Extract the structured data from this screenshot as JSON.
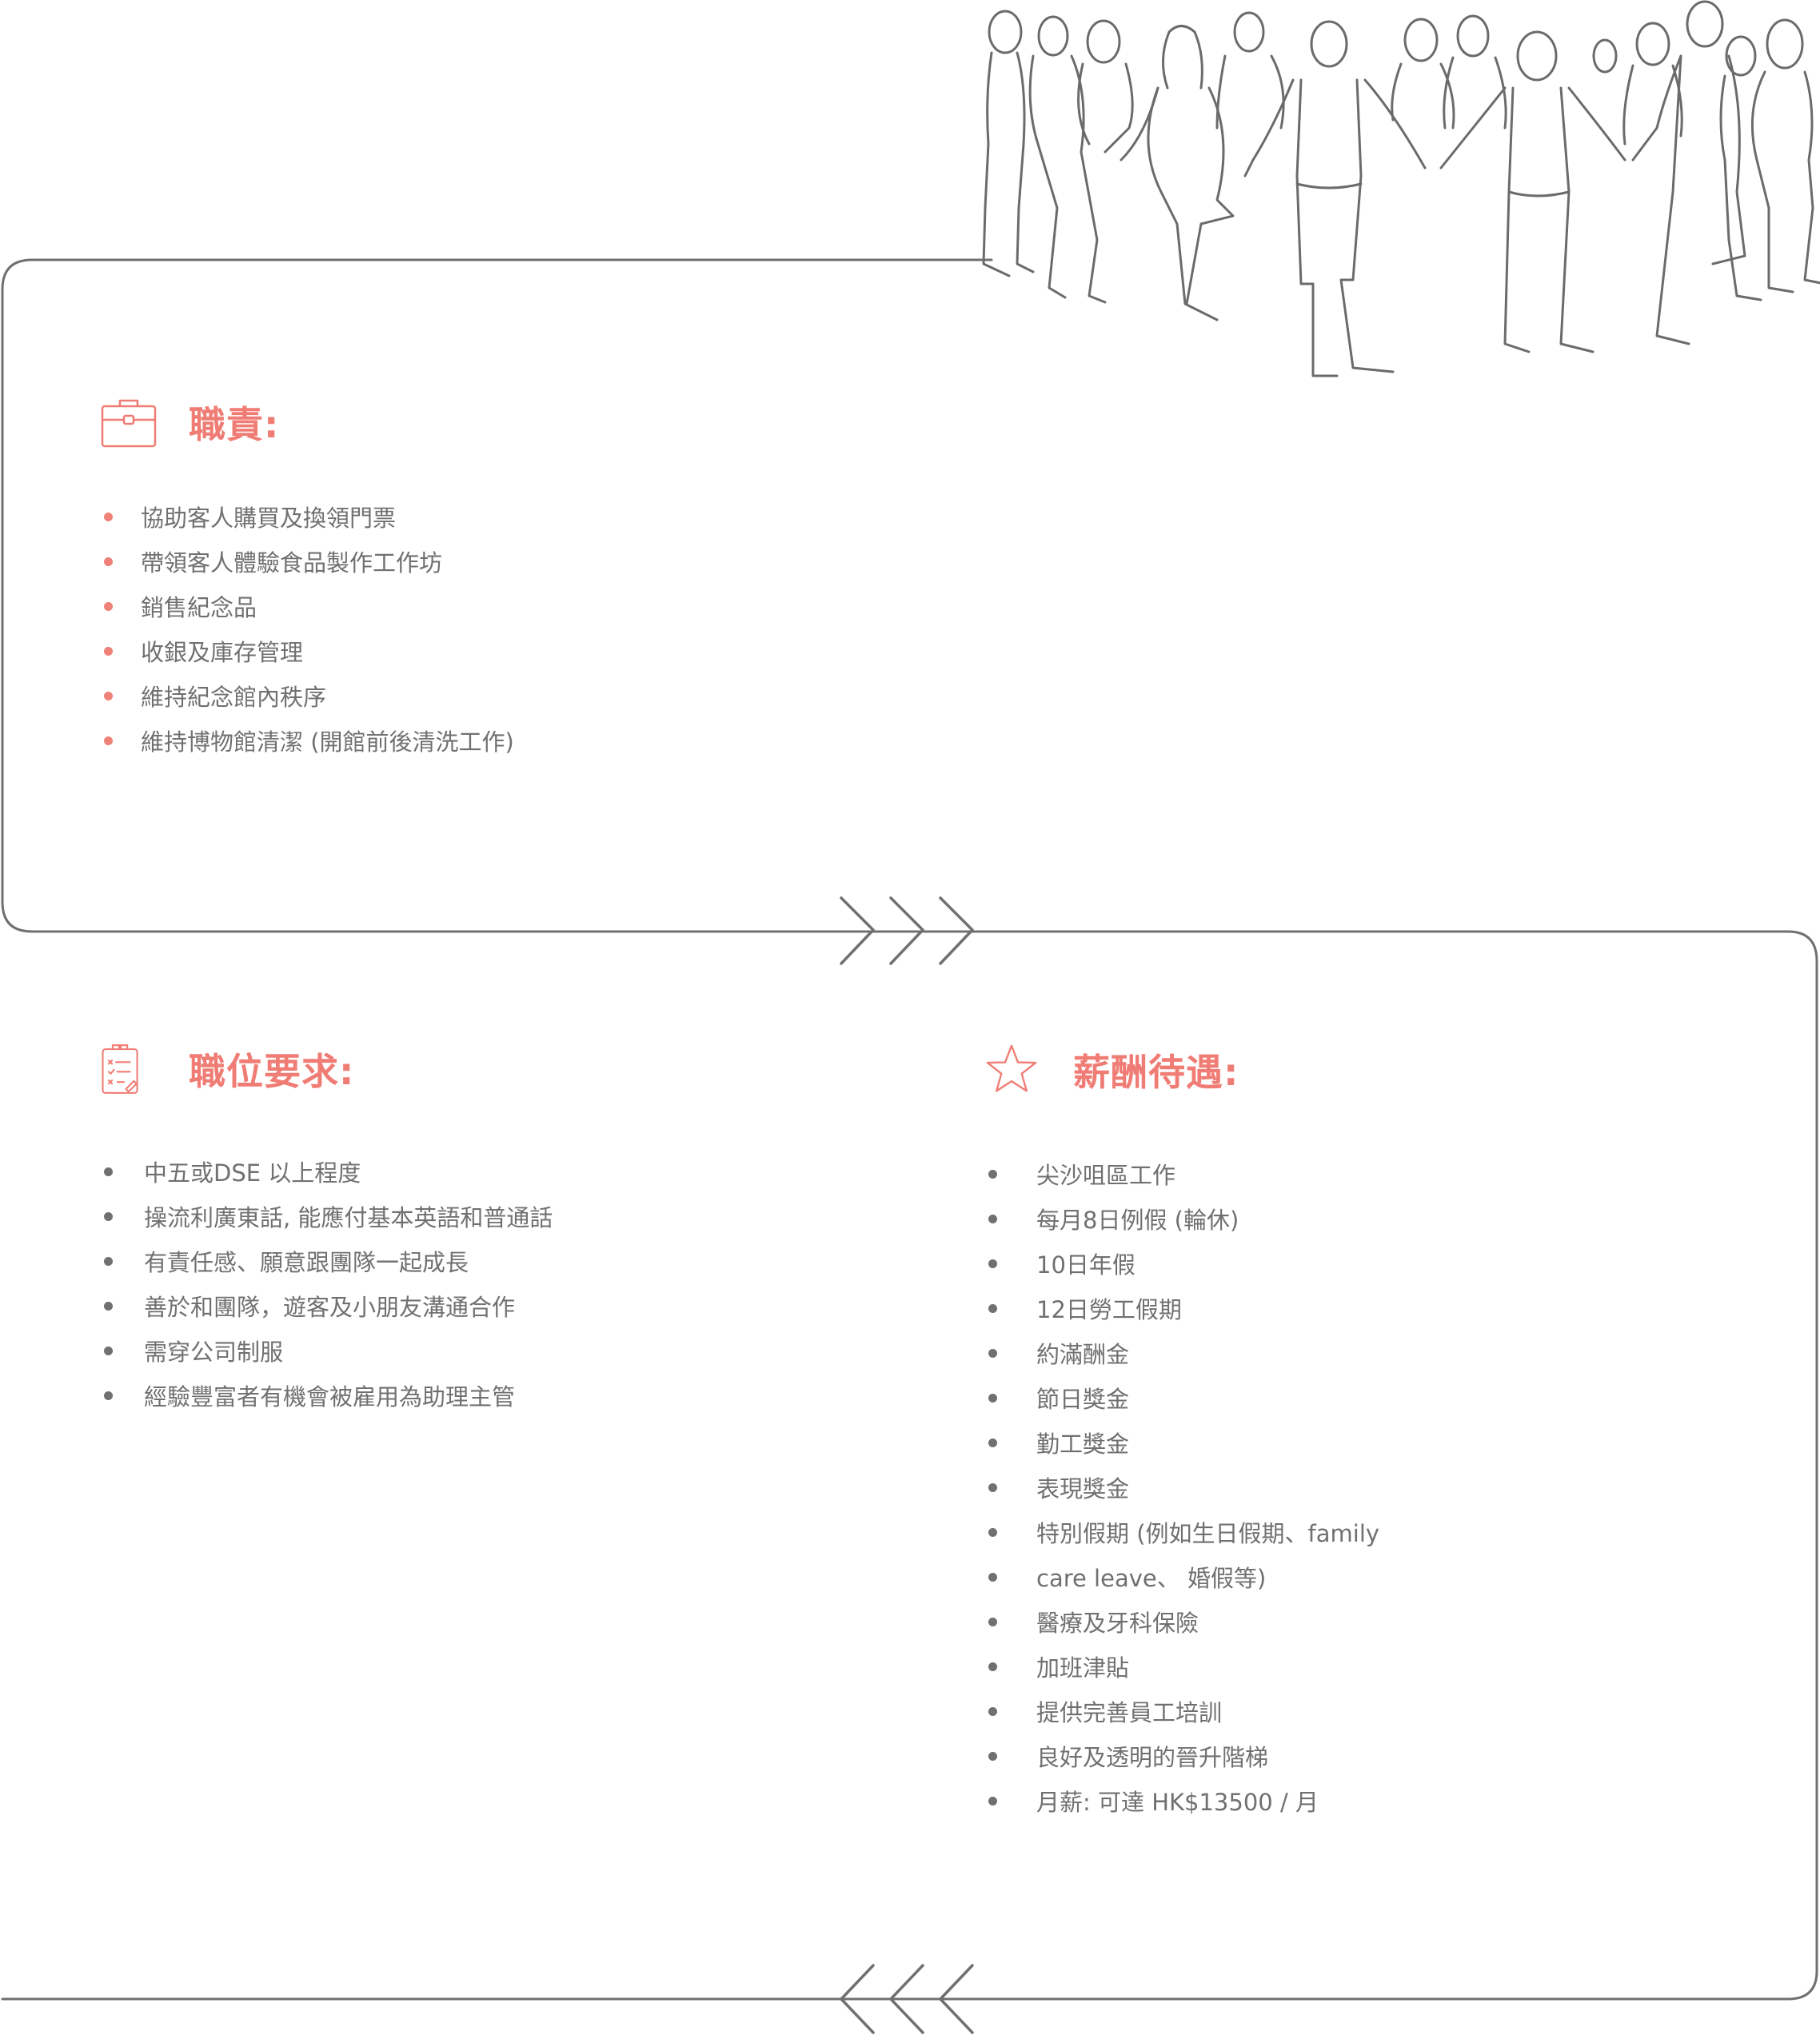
{
  "colors": {
    "accent": "#f07d75",
    "line": "#707070",
    "text": "#707070"
  },
  "duties": {
    "icon": "briefcase-icon",
    "title": "職責:",
    "items": [
      "協助客人購買及換領門票",
      "帶領客人體驗食品製作工作坊",
      "銷售紀念品",
      "收銀及庫存管理",
      "維持紀念館內秩序",
      "維持博物館清潔 (開館前後清洗工作)"
    ]
  },
  "requirements": {
    "icon": "clipboard-checklist-icon",
    "title": "職位要求:",
    "items": [
      "中五或DSE 以上程度",
      "操流利廣東話, 能應付基本英語和普通話",
      "有責任感、願意跟團隊一起成長",
      "善於和團隊，遊客及小朋友溝通合作",
      "需穿公司制服",
      "經驗豐富者有機會被雇用為助理主管"
    ]
  },
  "benefits": {
    "icon": "star-icon",
    "title": "薪酬待遇:",
    "items": [
      "尖沙咀區工作",
      "每月8日例假 (輪休)",
      "10日年假",
      "12日勞工假期",
      "約滿酬金",
      "節日獎金",
      "勤工獎金",
      "表現獎金",
      "特別假期 (例如生日假期、family",
      "care leave、 婚假等)",
      "醫療及牙科保險",
      "加班津貼",
      "提供完善員工培訓",
      "良好及透明的晉升階梯",
      "月薪: 可達 HK$13500 / 月"
    ]
  }
}
